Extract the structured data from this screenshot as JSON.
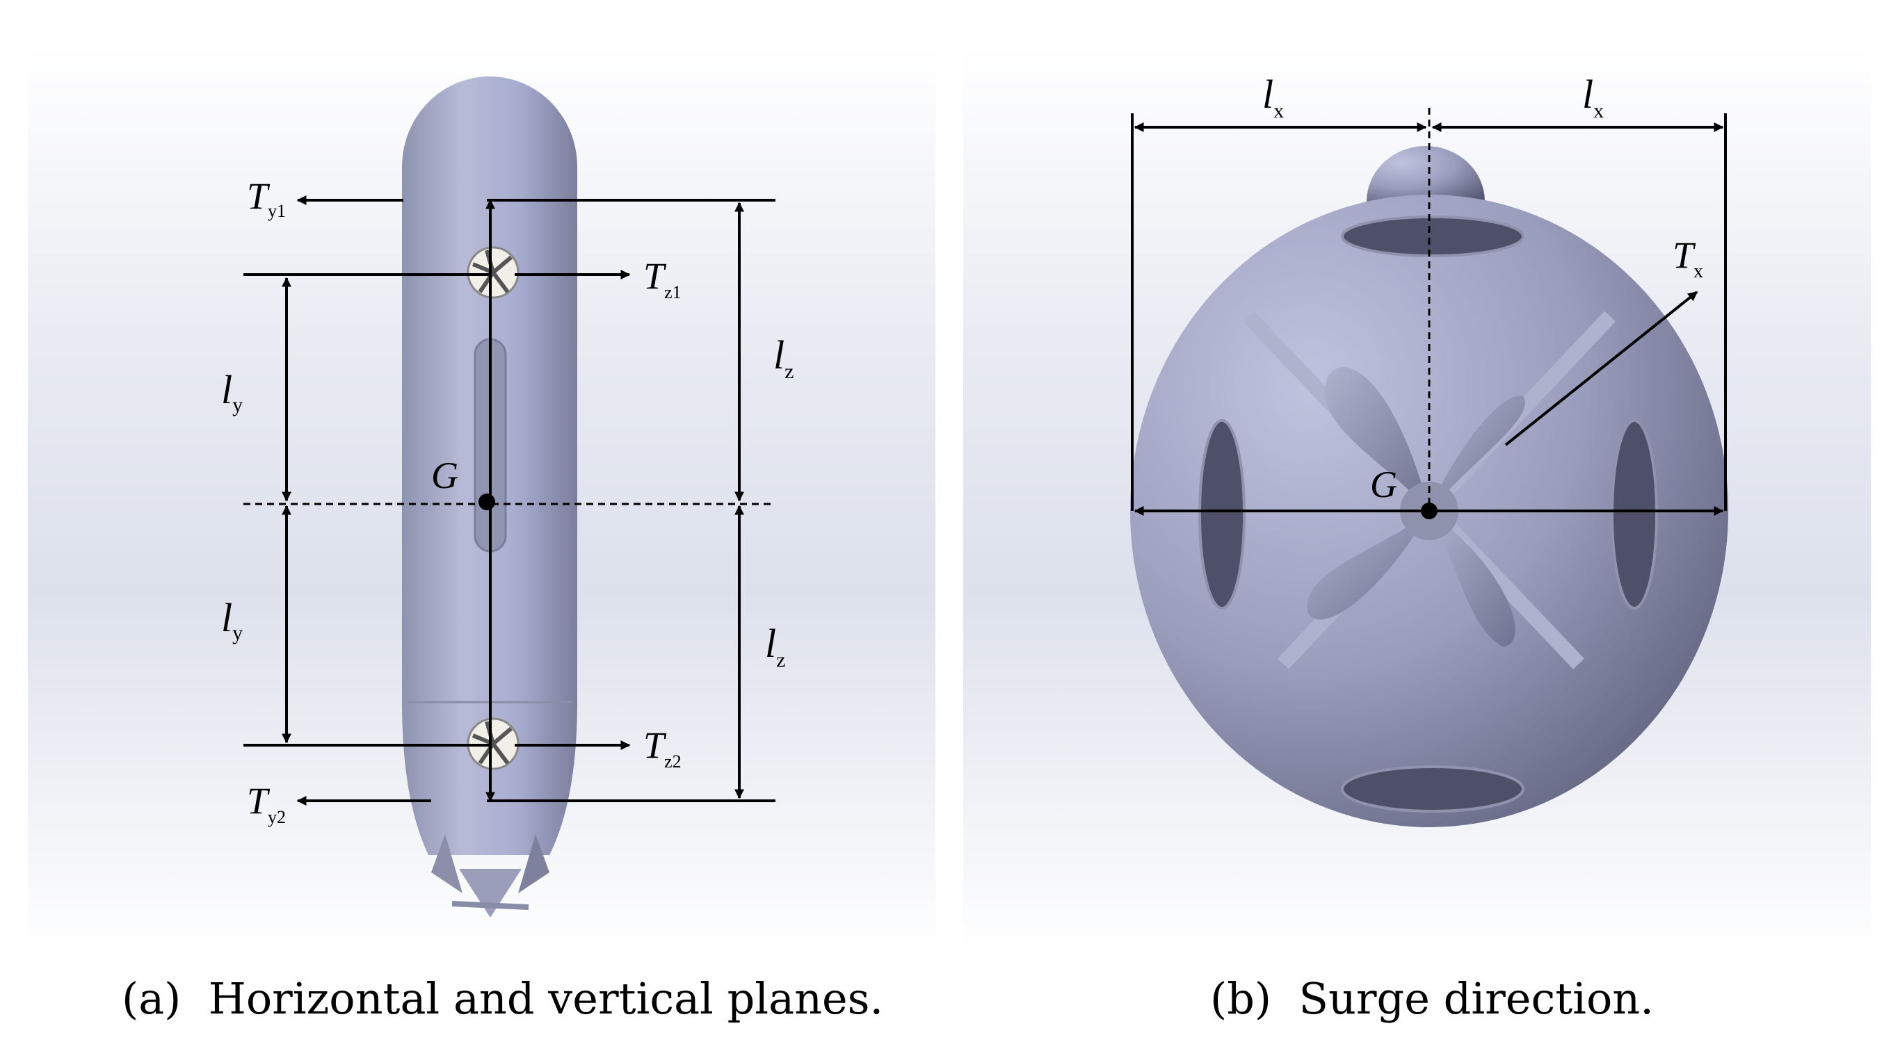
{
  "panel_a": {
    "thrusters": [
      {
        "symbol": "T",
        "sub": "y1"
      },
      {
        "symbol": "T",
        "sub": "z1"
      },
      {
        "symbol": "T",
        "sub": "z2"
      },
      {
        "symbol": "T",
        "sub": "y2"
      }
    ],
    "center_label": "G",
    "dims": [
      {
        "symbol": "l",
        "sub": "y"
      },
      {
        "symbol": "l",
        "sub": "y"
      },
      {
        "symbol": "l",
        "sub": "z"
      },
      {
        "symbol": "l",
        "sub": "z"
      }
    ],
    "caption_tag": "(a)",
    "caption_text": "Horizontal and vertical planes."
  },
  "panel_b": {
    "thruster": {
      "symbol": "T",
      "sub": "x"
    },
    "center_label": "G",
    "dims": [
      {
        "symbol": "l",
        "sub": "x"
      },
      {
        "symbol": "l",
        "sub": "x"
      }
    ],
    "caption_tag": "(b)",
    "caption_text": "Surge direction."
  },
  "colors": {
    "body": "#a4a9c6",
    "body_dark": "#5f6380",
    "background": "#e9ecf3"
  }
}
